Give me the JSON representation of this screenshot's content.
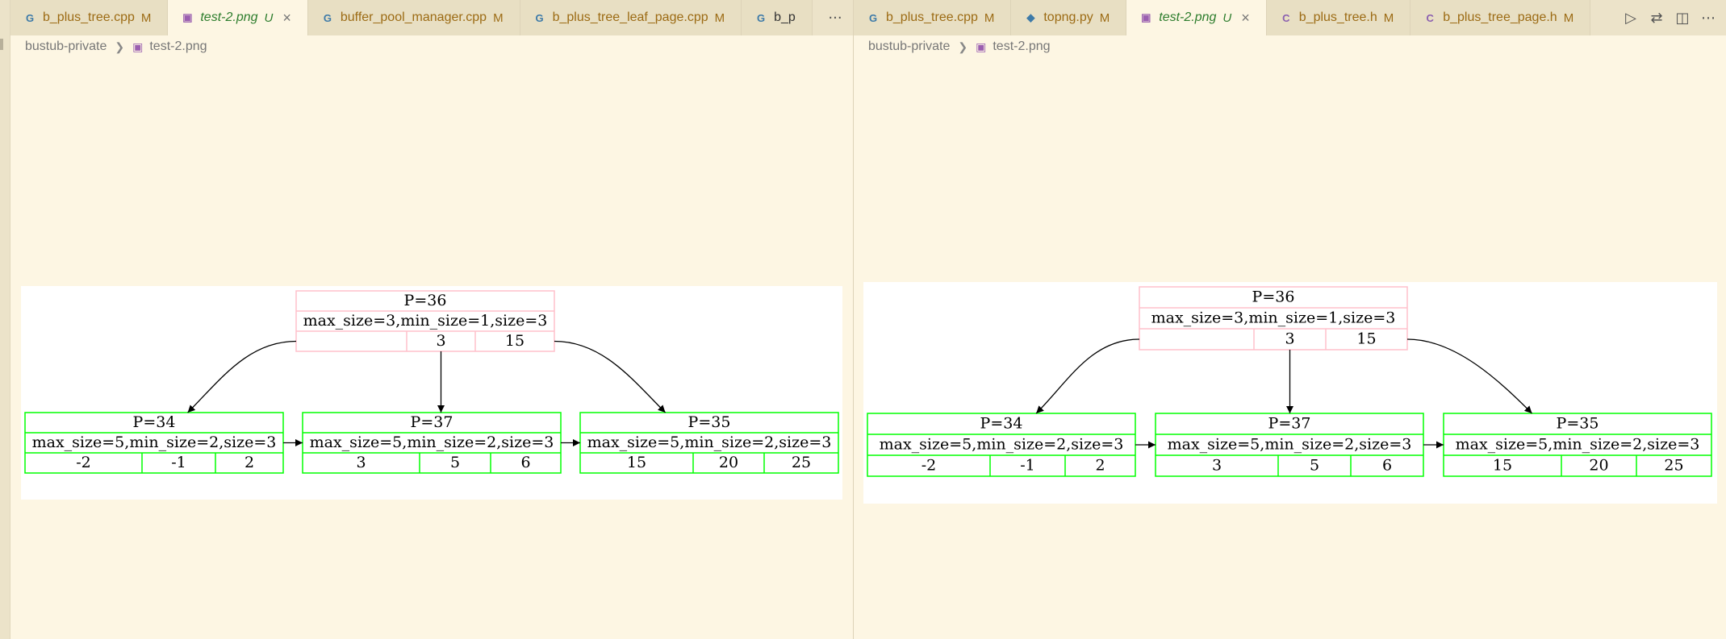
{
  "left_group": {
    "tabs": [
      {
        "label": "b_plus_tree.cpp",
        "status": "M",
        "icon": "cpp-file-icon",
        "active": false
      },
      {
        "label": "test-2.png",
        "status": "U",
        "icon": "image-file-icon",
        "active": true
      },
      {
        "label": "buffer_pool_manager.cpp",
        "status": "M",
        "icon": "cpp-file-icon",
        "active": false
      },
      {
        "label": "b_plus_tree_leaf_page.cpp",
        "status": "M",
        "icon": "cpp-file-icon",
        "active": false
      },
      {
        "label": "b_p",
        "status": "",
        "icon": "cpp-file-icon",
        "active": false
      }
    ],
    "more_label": "···",
    "breadcrumb": {
      "folder": "bustub-private",
      "file": "test-2.png"
    }
  },
  "right_group": {
    "tabs": [
      {
        "label": "b_plus_tree.cpp",
        "status": "M",
        "icon": "cpp-file-icon",
        "active": false
      },
      {
        "label": "topng.py",
        "status": "M",
        "icon": "python-file-icon",
        "active": false
      },
      {
        "label": "test-2.png",
        "status": "U",
        "icon": "image-file-icon",
        "active": true
      },
      {
        "label": "b_plus_tree.h",
        "status": "M",
        "icon": "c-header-file-icon",
        "active": false
      },
      {
        "label": "b_plus_tree_page.h",
        "status": "M",
        "icon": "c-header-file-icon",
        "active": false
      }
    ],
    "actions": [
      "run-icon",
      "compare-changes-icon",
      "split-editor-icon",
      "more-actions-icon"
    ],
    "breadcrumb": {
      "folder": "bustub-private",
      "file": "test-2.png"
    }
  },
  "tree": {
    "root": {
      "title": "P=36",
      "info": "max_size=3,min_size=1,size=3",
      "keys": [
        "",
        "3",
        "15"
      ],
      "color": "#ffc0cb"
    },
    "leaves": [
      {
        "title": "P=34",
        "info": "max_size=5,min_size=2,size=3",
        "keys": [
          "-2",
          "-1",
          "2"
        ]
      },
      {
        "title": "P=37",
        "info": "max_size=5,min_size=2,size=3",
        "keys": [
          "3",
          "5",
          "6"
        ]
      },
      {
        "title": "P=35",
        "info": "max_size=5,min_size=2,size=3",
        "keys": [
          "15",
          "20",
          "25"
        ]
      }
    ],
    "leaf_color": "#00ff00",
    "edge_color": "#000000"
  },
  "colors": {
    "background": "#fdf6e3",
    "tabbar": "#ece3c9",
    "modified": "#9c6b14",
    "untracked": "#2d7d2d"
  }
}
